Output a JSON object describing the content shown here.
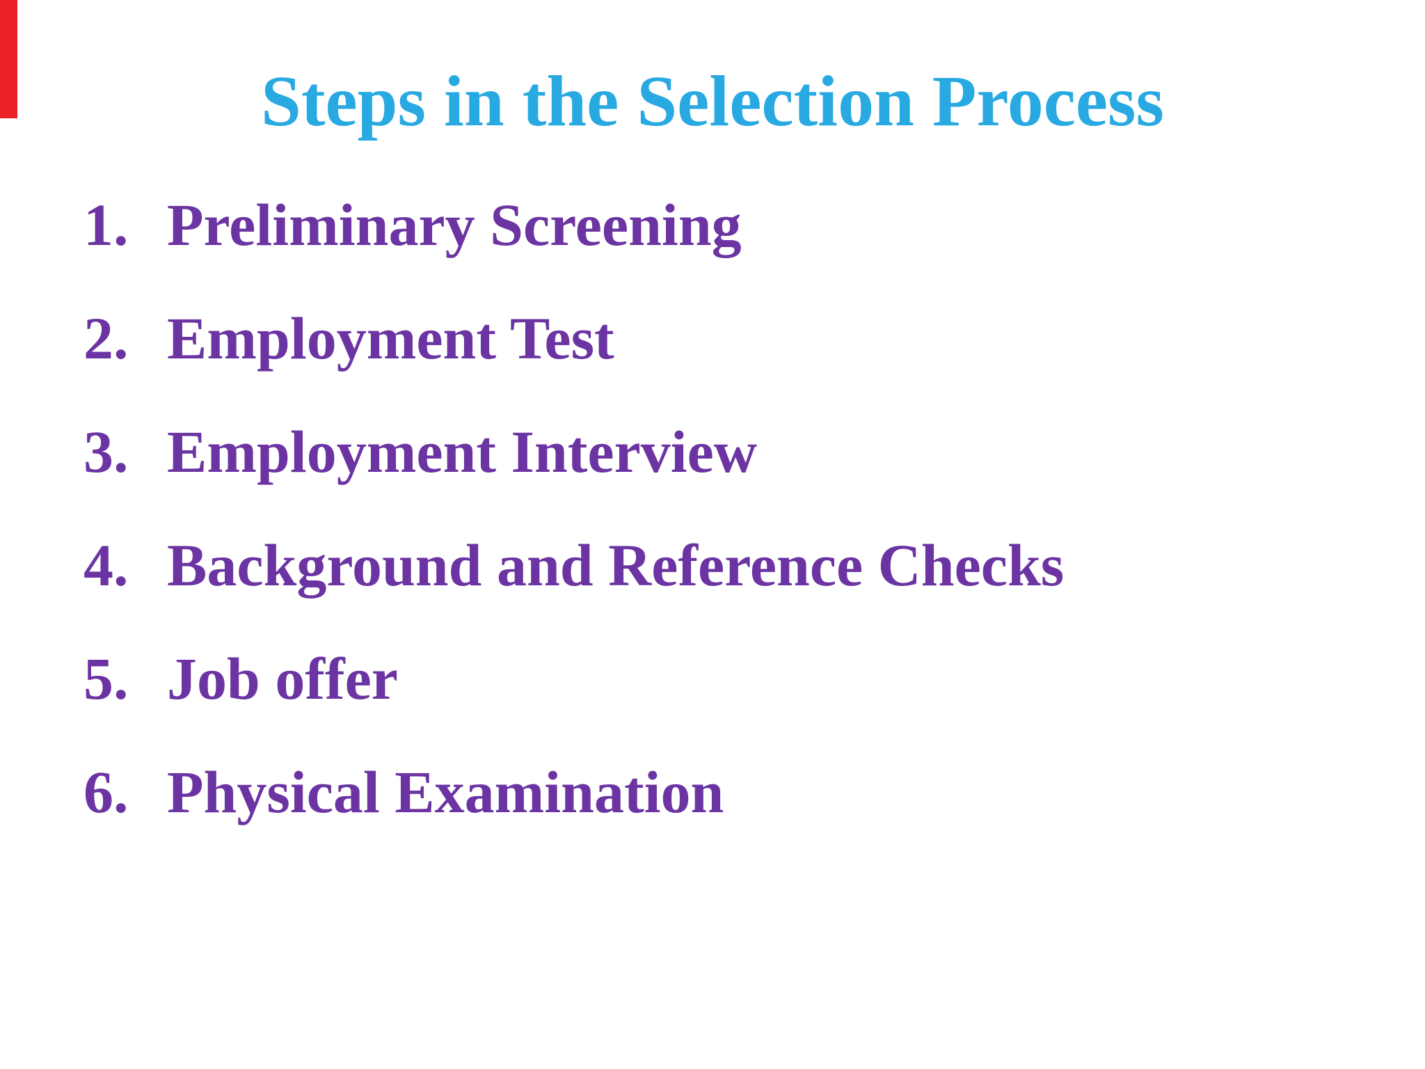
{
  "slide": {
    "title": "Steps in the Selection Process",
    "title_color": "#29a9e1",
    "accent_bar_color": "#e92127",
    "list_color": "#6b34a2",
    "background_color": "#ffffff",
    "steps": [
      {
        "number": "1.",
        "label": "Preliminary Screening"
      },
      {
        "number": "2.",
        "label": "Employment Test"
      },
      {
        "number": "3.",
        "label": "Employment Interview"
      },
      {
        "number": "4.",
        "label": "Background and Reference Checks"
      },
      {
        "number": "5.",
        "label": "Job offer"
      },
      {
        "number": "6.",
        "label": "Physical Examination"
      }
    ]
  }
}
